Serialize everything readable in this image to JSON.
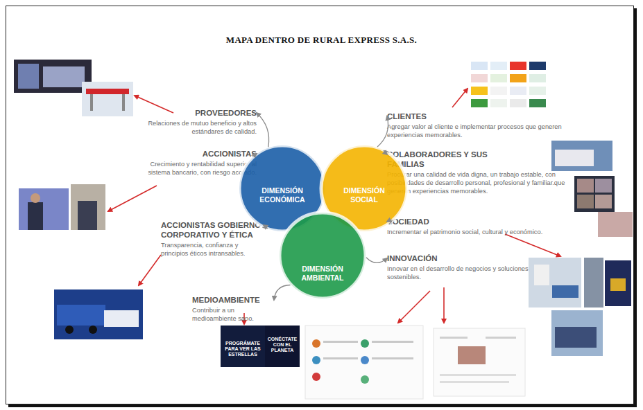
{
  "diagram": {
    "title": "MAPA DENTRO DE RURAL EXPRESS S.A.S.",
    "nodes": [
      {
        "text": [
          "PROVEEDORES",
          "Relaciones de mutuo beneficio y altos estándares de calidad."
        ]
      },
      {
        "text": [
          "ACCIONISTAS",
          "Crecimiento y rentabilidad superior al sistema bancario, con riesgo acotado."
        ]
      },
      {
        "text": [
          "ACCIONISTAS GOBIERNO CORPORATIVO Y ÉTICA",
          "Transparencia, confianza y principios éticos intransables."
        ]
      },
      {
        "text": [
          "MEDIOAMBIENTE",
          "Contribuir a un medioambiente sano."
        ]
      },
      {
        "text": [
          "CLIENTES",
          "Agregar valor al cliente e implementar procesos que generen experiencias memorables."
        ]
      },
      {
        "text": [
          "COLABORADORES Y SUS FAMILIAS",
          "Procurar una calidad de vida digna, un trabajo estable, con posibilidades de desarrollo personal, profesional y familiar.que generen experiencias memorables."
        ]
      },
      {
        "text": [
          "SOCIEDAD",
          "Incrementar el patrimonio social, cultural y económico."
        ]
      },
      {
        "text": [
          "INNOVACIÓN",
          "Innovar en el desarrollo de negocios y soluciones sostenibles."
        ]
      },
      {
        "text": [
          "DIMENSIÓN ECONÓMICA"
        ]
      },
      {
        "text": [
          "DIMENSIÓN SOCIAL"
        ]
      },
      {
        "text": [
          "DIMENSIÓN AMBIENTAL"
        ]
      }
    ],
    "edges": [
      {
        "from": 8,
        "to": 0,
        "arrow": "to"
      },
      {
        "from": 8,
        "to": 1,
        "arrow": "to"
      },
      {
        "from": 8,
        "to": 2,
        "arrow": "to"
      },
      {
        "from": 10,
        "to": 3,
        "arrow": "to"
      },
      {
        "from": 9,
        "to": 4,
        "arrow": "to"
      },
      {
        "from": 9,
        "to": 5,
        "arrow": "to"
      },
      {
        "from": 9,
        "to": 6,
        "arrow": "to"
      },
      {
        "from": 10,
        "to": 7,
        "arrow": "to"
      }
    ],
    "labels": [
      "PROGRÁMATE PARA VER LAS ESTRELLAS",
      "CONÉCTATE CON EL PLANETA"
    ]
  }
}
